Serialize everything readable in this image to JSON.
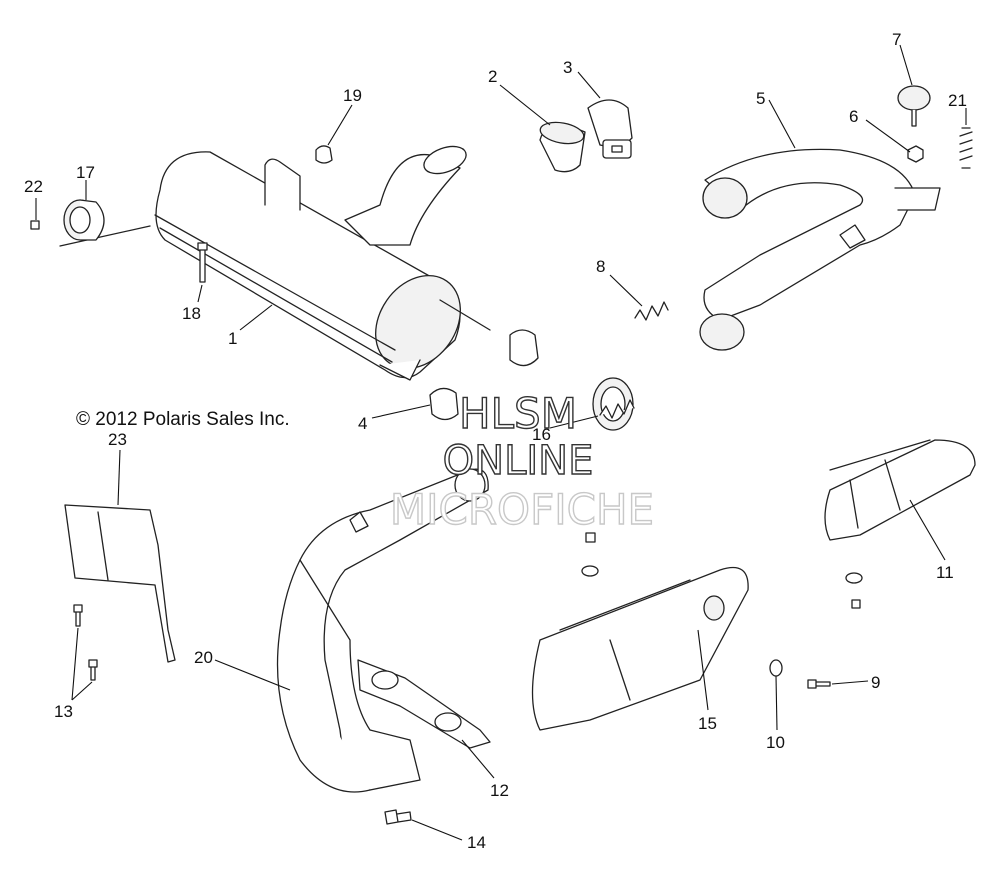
{
  "copyright": "© 2012 Polaris Sales Inc.",
  "watermark": {
    "line1": "HLSM",
    "line2": "ONLINE",
    "line3": "MICROFICHE"
  },
  "callouts": {
    "c1": "1",
    "c2": "2",
    "c3": "3",
    "c4": "4",
    "c5": "5",
    "c6": "6",
    "c7": "7",
    "c8": "8",
    "c9": "9",
    "c10": "10",
    "c11": "11",
    "c12": "12",
    "c13": "13",
    "c14": "14",
    "c15": "15",
    "c16": "16",
    "c17": "17",
    "c18": "18",
    "c19": "19",
    "c20": "20",
    "c21": "21",
    "c22": "22",
    "c23": "23"
  }
}
